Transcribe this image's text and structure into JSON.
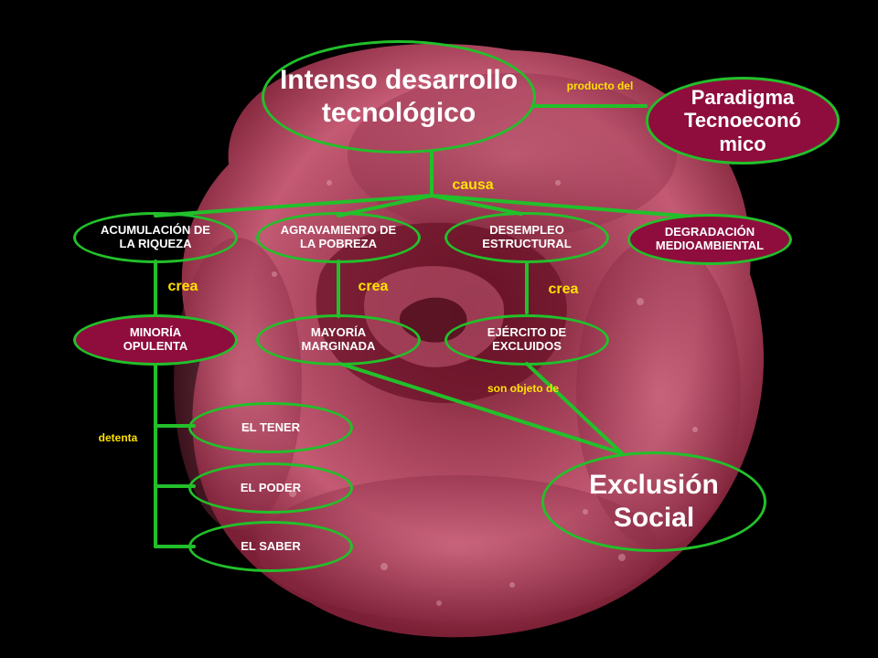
{
  "colors": {
    "line": "#22c02a",
    "node_fill": "#8e0d3d",
    "label": "#ffe100",
    "background": "#000000"
  },
  "nodes": {
    "desarrollo": "Intenso desarrollo tecnológico",
    "paradigma": "Paradigma Tecnoeconó mico",
    "acumulacion": "ACUMULACIÓN DE LA RIQUEZA",
    "agravamiento": "AGRAVAMIENTO DE LA POBREZA",
    "desempleo": "DESEMPLEO ESTRUCTURAL",
    "degradacion": "DEGRADACIÓN MEDIOAMBIENTAL",
    "minoria": "MINORÍA OPULENTA",
    "mayoria": "MAYORÍA MARGINADA",
    "ejercito": "EJÉRCITO DE EXCLUIDOS",
    "tener": "EL TENER",
    "poder": "EL PODER",
    "saber": "EL SABER",
    "exclusion": "Exclusión Social"
  },
  "links": {
    "producto_del": "producto del",
    "causa": "causa",
    "crea_1": "crea",
    "crea_2": "crea",
    "crea_3": "crea",
    "son_objeto_de": "son objeto de",
    "detenta": "detenta"
  }
}
